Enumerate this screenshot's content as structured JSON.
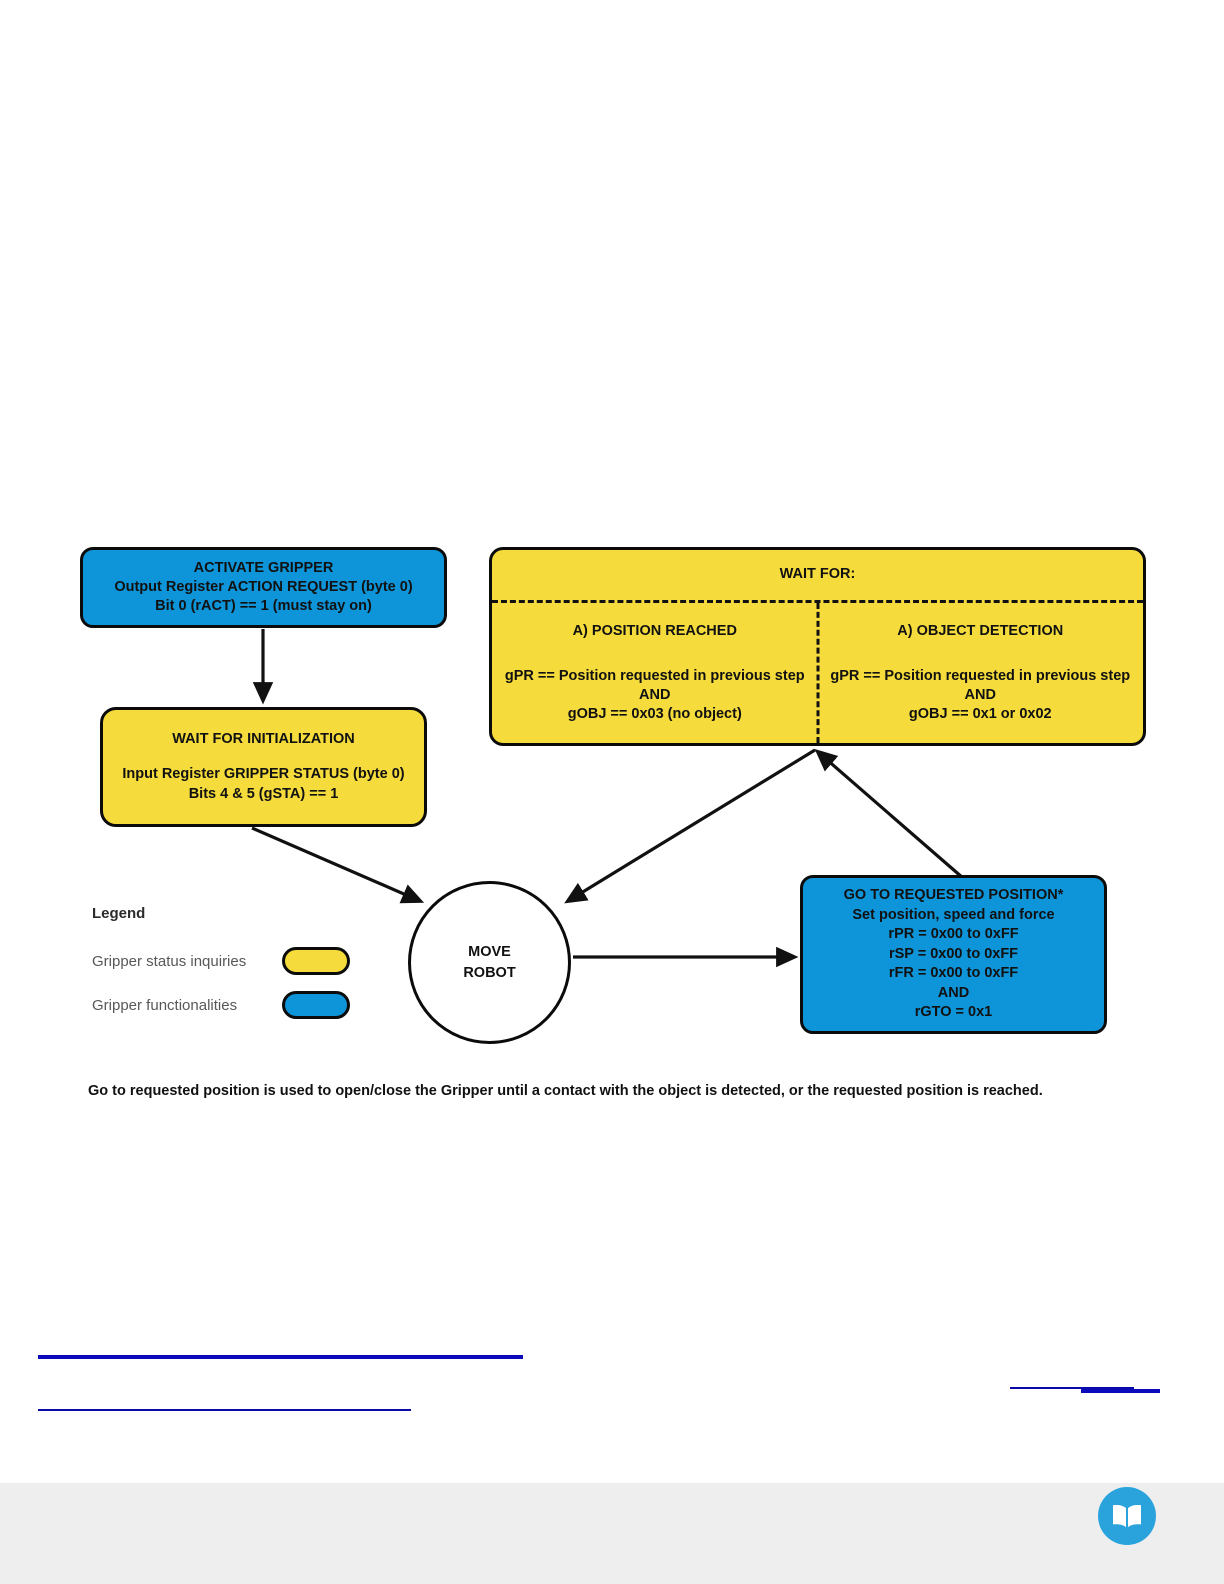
{
  "diagram": {
    "nodes": {
      "activate_gripper": {
        "type": "gripper-functionality",
        "color": "#0e94d8",
        "lines": [
          "ACTIVATE GRIPPER",
          "Output Register ACTION REQUEST (byte 0)",
          "Bit 0 (rACT) == 1 (must stay on)"
        ]
      },
      "wait_initialization": {
        "type": "gripper-status-inquiry",
        "color": "#f5dc3c",
        "title": "WAIT FOR INITIALIZATION",
        "lines": [
          "Input Register GRIPPER STATUS (byte 0)",
          "Bits 4 & 5 (gSTA) == 1"
        ]
      },
      "wait_for": {
        "type": "gripper-status-inquiry",
        "color": "#f5dc3c",
        "title": "WAIT FOR:",
        "columns": [
          {
            "heading": "A) POSITION REACHED",
            "lines": [
              "gPR == Position requested in previous step",
              "AND",
              "gOBJ == 0x03 (no object)"
            ]
          },
          {
            "heading": "A) OBJECT DETECTION",
            "lines": [
              "gPR == Position requested in previous step",
              "AND",
              "gOBJ == 0x1 or 0x02"
            ]
          }
        ]
      },
      "move_robot": {
        "type": "process",
        "lines": [
          "MOVE",
          "ROBOT"
        ]
      },
      "go_to_requested_position": {
        "type": "gripper-functionality",
        "color": "#0e94d8",
        "lines": [
          "GO TO REQUESTED POSITION*",
          "Set position, speed and force",
          "rPR = 0x00 to 0xFF",
          "rSP = 0x00 to 0xFF",
          "rFR = 0x00 to 0xFF",
          "AND",
          "rGTO = 0x1"
        ]
      }
    }
  },
  "legend": {
    "title": "Legend",
    "items": [
      {
        "label": "Gripper status inquiries",
        "color": "#f5dc3c"
      },
      {
        "label": "Gripper functionalities",
        "color": "#0e94d8"
      }
    ]
  },
  "caption": {
    "text": "Go to requested position is used to open/close the Gripper until a contact with the object is detected, or the requested position is reached."
  },
  "footer": {
    "icon": "book-icon",
    "icon_color": "#2aa3dd",
    "band_color": "#eeeeee"
  },
  "links": {
    "rule_color": "#0b0bbb"
  }
}
